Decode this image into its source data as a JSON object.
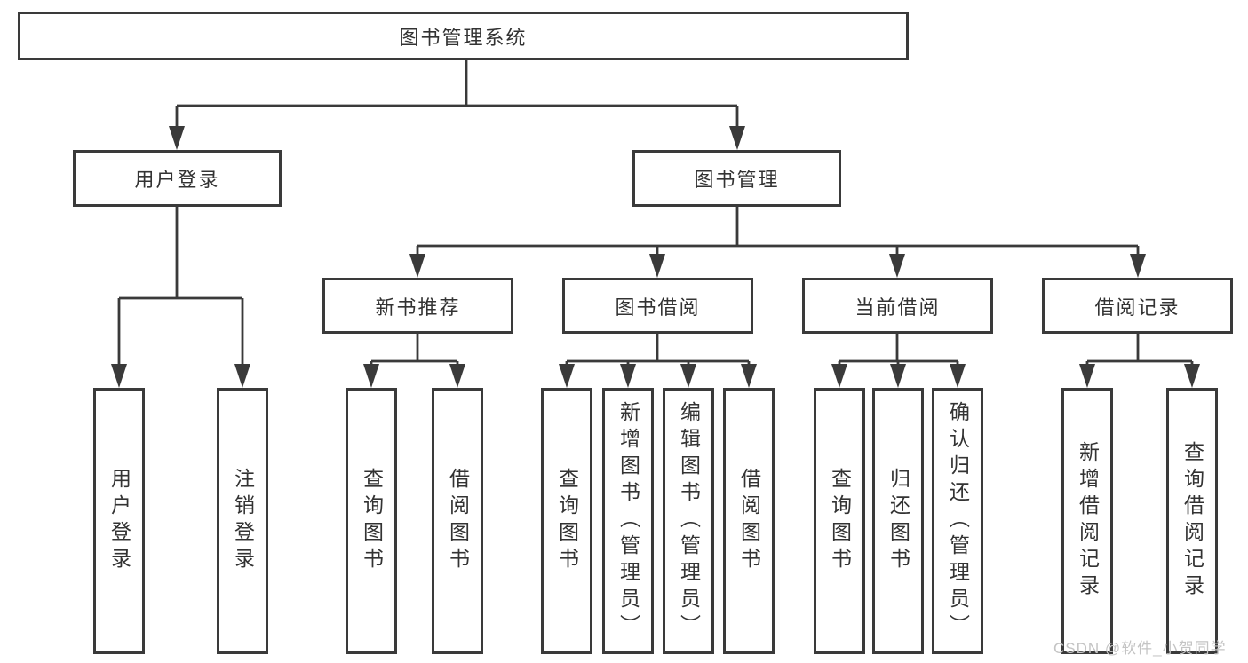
{
  "tree": {
    "label": "图书管理系统",
    "children": [
      {
        "label": "用户登录",
        "children": [
          {
            "label": "用户登录"
          },
          {
            "label": "注销登录"
          }
        ]
      },
      {
        "label": "图书管理",
        "children": [
          {
            "label": "新书推荐",
            "children": [
              {
                "label": "查询图书"
              },
              {
                "label": "借阅图书"
              }
            ]
          },
          {
            "label": "图书借阅",
            "children": [
              {
                "label": "查询图书"
              },
              {
                "label": "新增图书（管理员）"
              },
              {
                "label": "编辑图书（管理员）"
              },
              {
                "label": "借阅图书"
              }
            ]
          },
          {
            "label": "当前借阅",
            "children": [
              {
                "label": "查询图书"
              },
              {
                "label": "归还图书"
              },
              {
                "label": "确认归还（管理员）"
              }
            ]
          },
          {
            "label": "借阅记录",
            "children": [
              {
                "label": "新增借阅记录"
              },
              {
                "label": "查询借阅记录"
              }
            ]
          }
        ]
      }
    ]
  },
  "watermark": {
    "text": "CSDN @软件_小贺同学"
  },
  "colors": {
    "line": "#3a3a3a",
    "text": "#333333",
    "watermark": "#c4c4c4",
    "background": "#ffffff"
  }
}
